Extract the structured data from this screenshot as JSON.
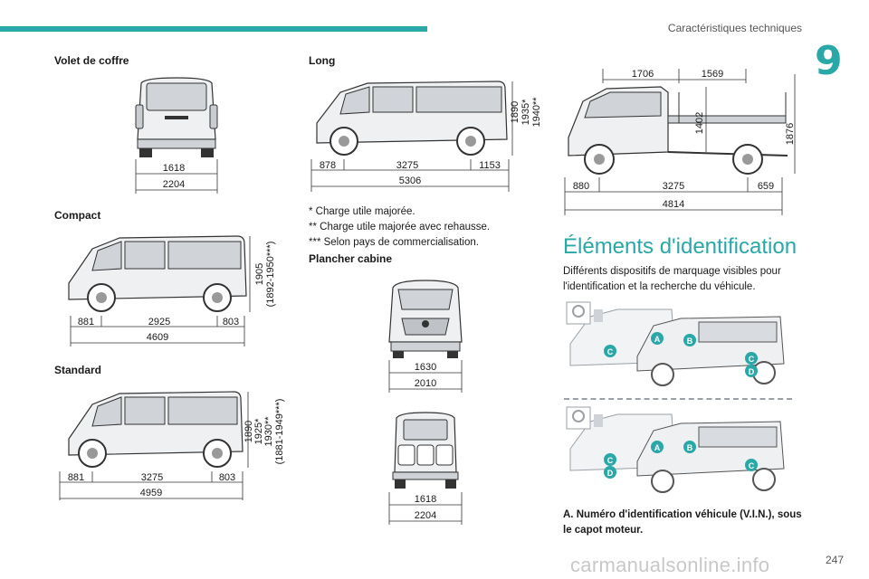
{
  "header": {
    "title": "Caractéristiques techniques",
    "chapter": "9",
    "accent": "#2aa7a7"
  },
  "left": {
    "volet": {
      "heading": "Volet de coffre",
      "dims": [
        "1618",
        "2204"
      ]
    },
    "compact": {
      "heading": "Compact",
      "dims_h": [
        "881",
        "2925",
        "803",
        "4609"
      ],
      "dims_v": [
        "1905",
        "(1892-1950***)"
      ]
    },
    "standard": {
      "heading": "Standard",
      "dims_h": [
        "881",
        "3275",
        "803",
        "4959"
      ],
      "dims_v": [
        "1890",
        "1925*",
        "1930**",
        "(1881-1949***)"
      ]
    }
  },
  "middle": {
    "long": {
      "heading": "Long",
      "dims_h": [
        "878",
        "3275",
        "1153",
        "5306"
      ],
      "dims_v": [
        "1890",
        "1935*",
        "1940**"
      ]
    },
    "notes": [
      "* Charge utile majorée.",
      "** Charge utile majorée avec rehausse.",
      "*** Selon pays de commercialisation."
    ],
    "plancher": {
      "heading": "Plancher cabine",
      "front_dims": [
        "1630",
        "2010"
      ],
      "rear_dims": [
        "1618",
        "2204"
      ]
    }
  },
  "right": {
    "cab_chassis": {
      "top_dims": [
        "1706",
        "1569"
      ],
      "dims_v": [
        "1402",
        "1876"
      ],
      "bottom_dims": [
        "880",
        "3275",
        "659",
        "4814"
      ]
    },
    "section_title": "Éléments d'identification",
    "paragraph": "Différents dispositifs de marquage visibles pour l'identification et la recherche du véhicule.",
    "markers": [
      "A",
      "B",
      "C",
      "D"
    ],
    "marker_color": "#2aa7a7",
    "caption": "A. Numéro d'identification véhicule (V.I.N.), sous le capot moteur."
  },
  "footer": {
    "page": "247",
    "watermark": "carmanualsonline.info"
  }
}
